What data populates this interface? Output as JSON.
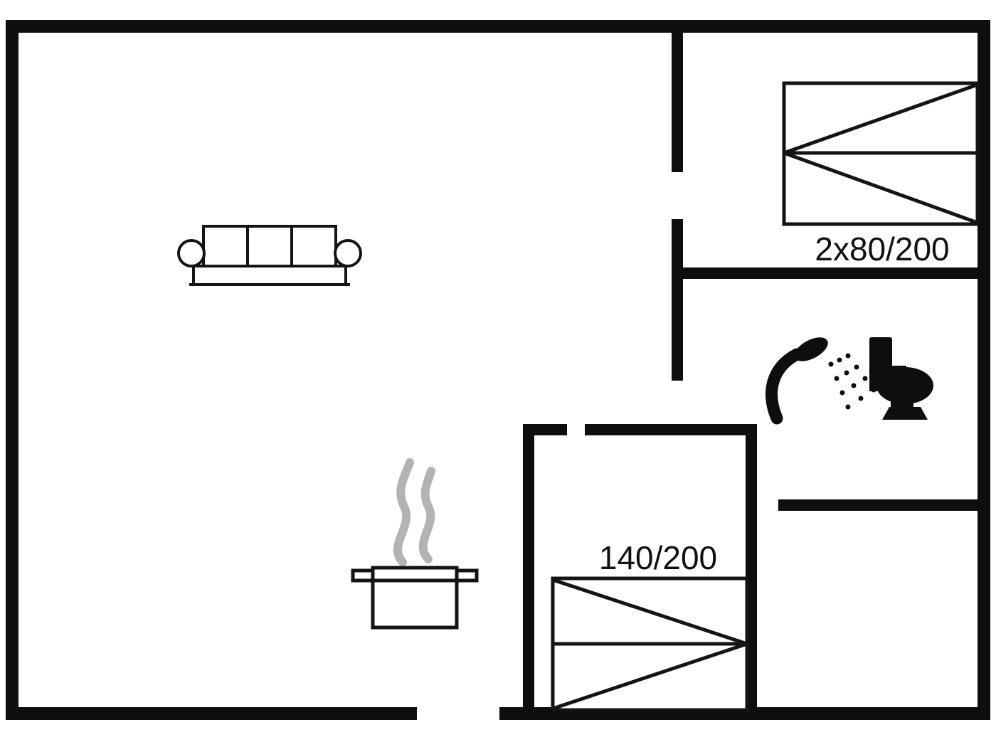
{
  "plan": {
    "labels": {
      "bed_double": "2x80/200",
      "bed_single": "140/200"
    },
    "colors": {
      "background": "#ffffff",
      "wall": "#0e0e0e",
      "outline": "#141414",
      "steam": "#b3b3b3",
      "label": "#111111"
    },
    "icons": {
      "shower": "shower-icon",
      "toilet": "toilet-icon",
      "steam": "steam-icon",
      "sofa": "sofa",
      "pot": "cooking-pot",
      "bed": "bed-symbol"
    }
  }
}
